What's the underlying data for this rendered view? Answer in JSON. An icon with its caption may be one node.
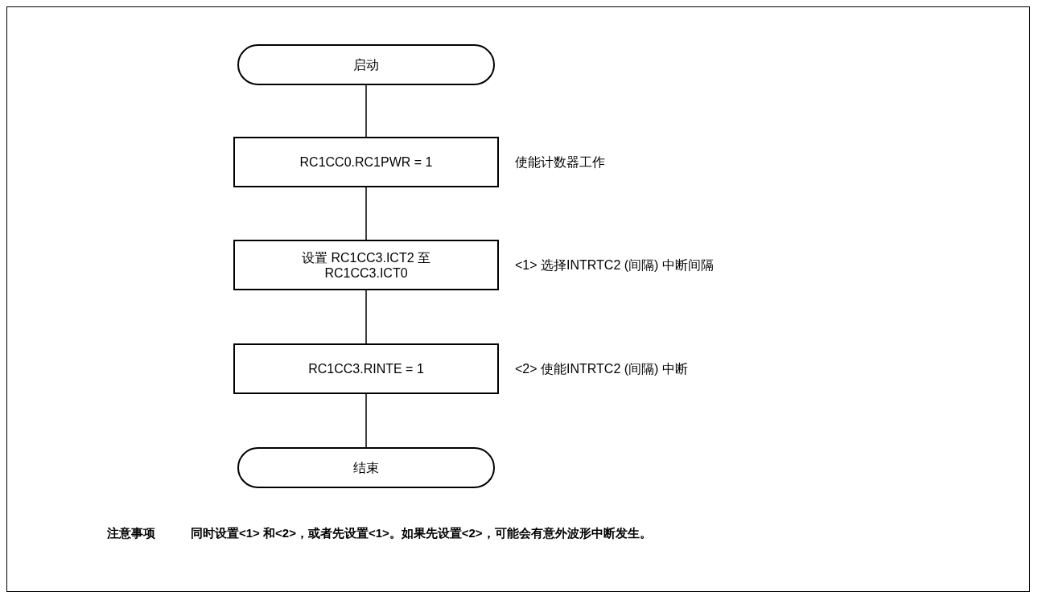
{
  "diagram": {
    "nodes": [
      {
        "text": [
          "启动"
        ]
      },
      {
        "text": [
          "RC1CC0.RC1PWR = 1"
        ],
        "beside": [
          "使能计数器工作"
        ]
      },
      {
        "text": [
          "设置 RC1CC3.ICT2 至 RC1CC3.ICT0"
        ],
        "beside": [
          "<1> 选择INTRTC2 (间隔) 中断间隔"
        ]
      },
      {
        "text": [
          "RC1CC3.RINTE = 1"
        ],
        "beside": [
          "<2> 使能INTRTC2 (间隔) 中断"
        ]
      },
      {
        "text": [
          "结束"
        ]
      }
    ],
    "edges": [
      {
        "from": 0,
        "to": 1,
        "arrow": "none"
      },
      {
        "from": 1,
        "to": 2,
        "arrow": "none"
      },
      {
        "from": 2,
        "to": 3,
        "arrow": "none"
      },
      {
        "from": 3,
        "to": 4,
        "arrow": "none"
      }
    ],
    "labels": [
      "注意事项",
      "同时设置<1> 和<2>，或者先设置<1>。如果先设置<2>，可能会有意外波形中断发生。"
    ]
  }
}
